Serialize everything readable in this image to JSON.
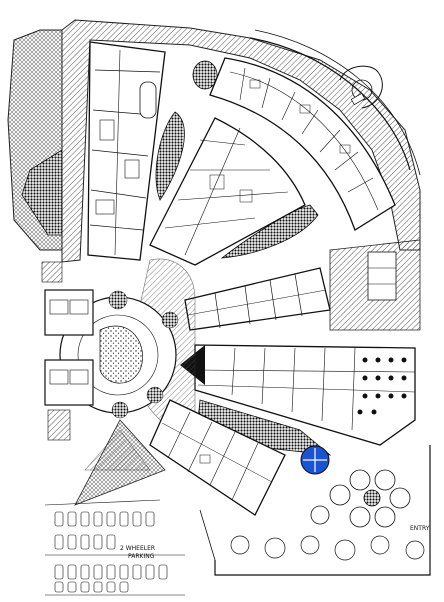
{
  "labels": {
    "entry": "ENTRY",
    "two_wheeler_parking_line1": "2 WHEELER",
    "two_wheeler_parking_line2": "PARKING"
  },
  "colors": {
    "background": "#ffffff",
    "line": "#111111",
    "hatch": "#444444",
    "pool_blue": "#1a53d6"
  }
}
